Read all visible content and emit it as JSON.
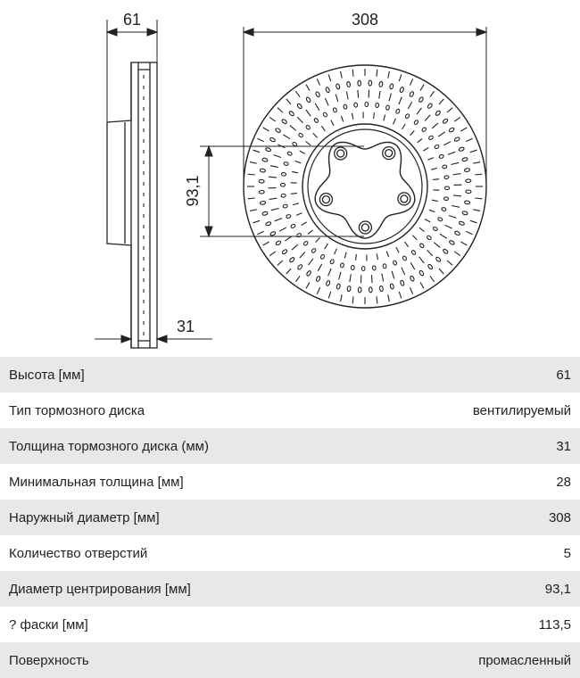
{
  "drawing": {
    "dim_height": "61",
    "dim_outer_diameter": "308",
    "dim_centering_diameter": "93,1",
    "dim_thickness": "31",
    "bolt_holes": 5
  },
  "specs": [
    {
      "label": "Высота [мм]",
      "value": "61"
    },
    {
      "label": "Тип тормозного диска",
      "value": "вентилируемый"
    },
    {
      "label": "Толщина тормозного диска (мм)",
      "value": "31"
    },
    {
      "label": "Минимальная толщина [мм]",
      "value": "28"
    },
    {
      "label": "Наружный диаметр [мм]",
      "value": "308"
    },
    {
      "label": "Количество отверстий",
      "value": "5"
    },
    {
      "label": "Диаметр центрирования [мм]",
      "value": "93,1"
    },
    {
      "label": "? фаски [мм]",
      "value": "113,5"
    },
    {
      "label": "Поверхность",
      "value": "промасленный"
    }
  ]
}
